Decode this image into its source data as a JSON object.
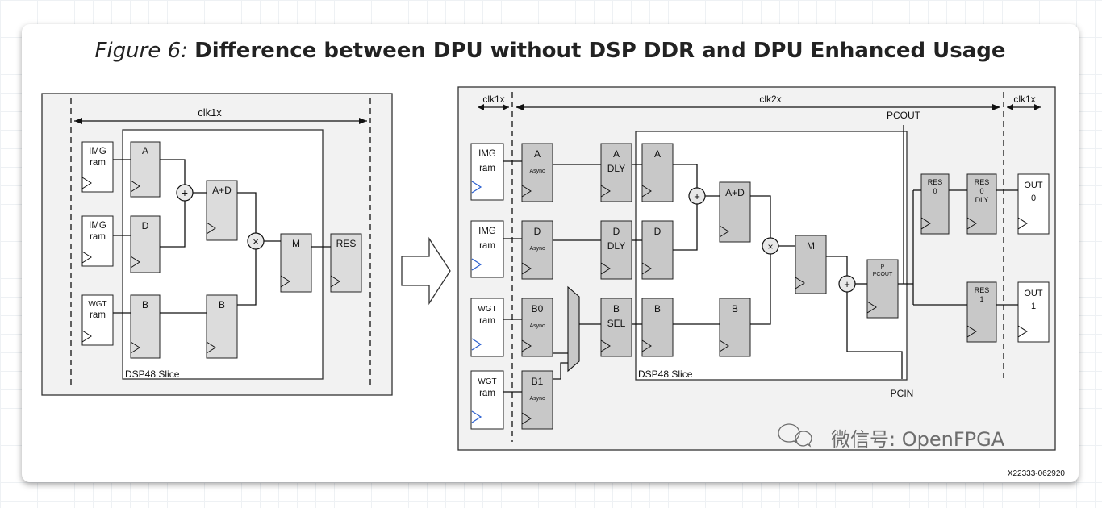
{
  "figure": {
    "number": "Figure 6:",
    "title": "Difference between DPU without DSP DDR and DPU Enhanced Usage",
    "code": "X22333-062920"
  },
  "watermark": "微信号: OpenFPGA",
  "left": {
    "clock": "clk1x",
    "slice_label": "DSP48 Slice",
    "rams": [
      [
        "IMG",
        "ram"
      ],
      [
        "IMG",
        "ram"
      ],
      [
        "WGT",
        "ram"
      ]
    ],
    "regs": {
      "a": "A",
      "d": "D",
      "b1": "B",
      "ad": "A+D",
      "b2": "B",
      "m": "M",
      "res": "RES"
    },
    "ops": {
      "add": "+",
      "mul": "×"
    }
  },
  "right": {
    "clocks": {
      "left": "clk1x",
      "mid": "clk2x",
      "right": "clk1x"
    },
    "pcout": "PCOUT",
    "pcin": "PCIN",
    "slice_label": "DSP48 Slice",
    "rams": [
      [
        "IMG",
        "ram"
      ],
      [
        "IMG",
        "ram"
      ],
      [
        "WGT",
        "ram"
      ],
      [
        "WGT",
        "ram"
      ]
    ],
    "async": "Async",
    "regs": {
      "a_async": "A",
      "d_async": "D",
      "b0": "B0",
      "b1": "B1",
      "a_dly": [
        "A",
        "DLY"
      ],
      "d_dly": [
        "D",
        "DLY"
      ],
      "b_sel": [
        "B",
        "SEL"
      ],
      "a": "A",
      "d": "D",
      "b": "B",
      "ad": "A+D",
      "b2": "B",
      "m": "M",
      "p": [
        "P",
        "PCOUT"
      ],
      "res0": [
        "RES",
        "0"
      ],
      "res0dly": [
        "RES",
        "0",
        "DLY"
      ],
      "res1": [
        "RES",
        "1"
      ],
      "out0": [
        "OUT",
        "0"
      ],
      "out1": [
        "OUT",
        "1"
      ]
    },
    "ops": {
      "add": "+",
      "mul": "×",
      "add2": "+"
    }
  }
}
